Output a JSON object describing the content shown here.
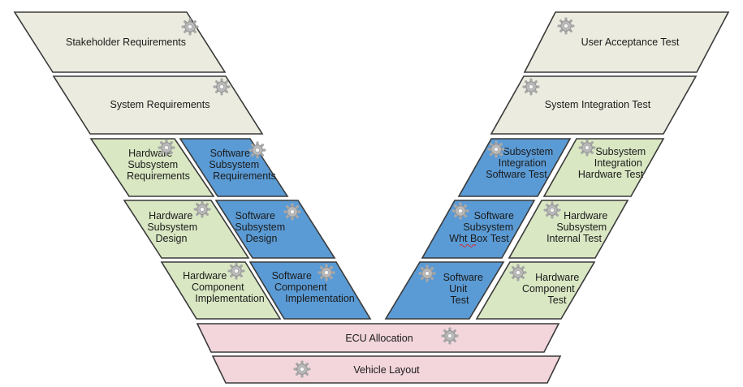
{
  "colors": {
    "stakeholder_fill": "#ecebdf",
    "hardware_fill": "#d9e7c3",
    "software_fill": "#5b9bd5",
    "base_fill": "#f2d6dc",
    "outline": "#3a3a3a"
  },
  "icon": "gear-icon",
  "left": {
    "stakeholder_requirements": "Stakeholder Requirements",
    "system_requirements": "System Requirements",
    "hw_subsystem_requirements": [
      "Hardware",
      "Subsystem",
      "Requirements"
    ],
    "sw_subsystem_requirements": [
      "Software",
      "Subsystem",
      "Requirements"
    ],
    "hw_subsystem_design": [
      "Hardware",
      "Subsystem",
      "Design"
    ],
    "sw_subsystem_design": [
      "Software",
      "Subsystem",
      "Design"
    ],
    "hw_component_implementation": [
      "Hardware",
      "Component",
      "Implementation"
    ],
    "sw_component_implementation": [
      "Software",
      "Component",
      "Implementation"
    ]
  },
  "right": {
    "user_acceptance_test": "User Acceptance Test",
    "system_integration_test": "System Integration Test",
    "subsystem_integration_software_test": [
      "Subsystem",
      "Integration",
      "Software Test"
    ],
    "subsystem_integration_hardware_test": [
      "Subsystem",
      "Integration",
      "Hardware Test"
    ],
    "software_subsystem_wht_box_test": [
      "Software",
      "Subsystem",
      "Wht Box Test"
    ],
    "hardware_subsystem_internal_test": [
      "Hardware",
      "Subsystem",
      "Internal Test"
    ],
    "software_unit_test": [
      "Software",
      "Unit",
      "Test"
    ],
    "hardware_component_test": [
      "Hardware",
      "Component",
      "Test"
    ]
  },
  "base": {
    "ecu_allocation": "ECU Allocation",
    "vehicle_layout": "Vehicle Layout"
  }
}
